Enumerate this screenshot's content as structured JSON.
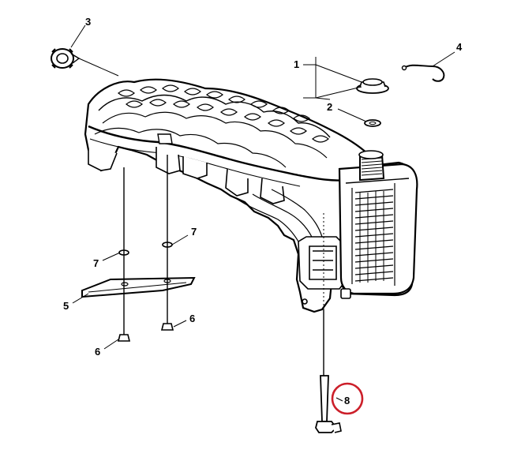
{
  "diagram": {
    "callouts": [
      {
        "id": "c1",
        "label": "1"
      },
      {
        "id": "c2",
        "label": "2"
      },
      {
        "id": "c3",
        "label": "3"
      },
      {
        "id": "c4",
        "label": "4"
      },
      {
        "id": "c5",
        "label": "5"
      },
      {
        "id": "c6a",
        "label": "6"
      },
      {
        "id": "c6b",
        "label": "6"
      },
      {
        "id": "c7a",
        "label": "7"
      },
      {
        "id": "c7b",
        "label": "7"
      },
      {
        "id": "c8",
        "label": "8"
      }
    ],
    "highlight": {
      "target": "c8",
      "color": "#cc1f2a"
    }
  }
}
